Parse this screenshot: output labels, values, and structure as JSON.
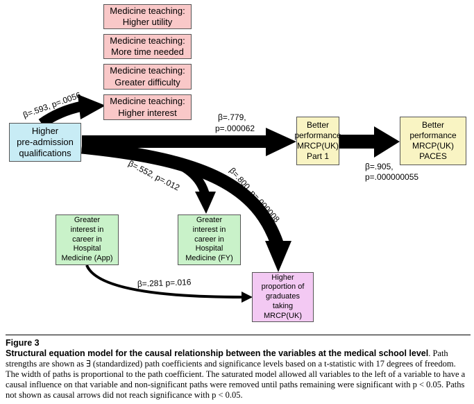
{
  "nodes": {
    "med_utility": "Medicine teaching:\nHigher utility",
    "med_time": "Medicine teaching:\nMore time needed",
    "med_difficulty": "Medicine teaching:\nGreater difficulty",
    "med_interest": "Medicine teaching:\nHigher interest",
    "pre_admission": "Higher\npre-admission\nqualifications",
    "mrcp_part1": "Better\nperformance\nMRCP(UK)\nPart 1",
    "mrcp_paces": "Better\nperformance\nMRCP(UK)\nPACES",
    "interest_app": "Greater\ninterest in\ncareer in\nHospital\nMedicine (App)",
    "interest_fy": "Greater\ninterest in\ncareer in\nHospital\nMedicine (FY)",
    "mrcp_proportion": "Higher\nproportion of\ngraduates\ntaking\nMRCP(UK)"
  },
  "paths": {
    "to_interest": "β=.593, p=.0056",
    "to_part1_beta": "β=.779,",
    "to_part1_p": "p=.000062",
    "to_paces_beta": "β=.905,",
    "to_paces_p": "p=.000000055",
    "to_fy": "β=.552, p=.012",
    "to_proportion": "β=.800, p=.000008",
    "app_to_proportion": "β=.281 p=.016"
  },
  "colors": {
    "pink": "#f9c8c8",
    "blue": "#c8ecf5",
    "yellow": "#f9f4c3",
    "green": "#c9f2c9",
    "magenta": "#f3c9f3",
    "arrow": "#000000"
  },
  "caption": {
    "label": "Figure 3",
    "heading": "Structural equation model for the causal relationship between the variables at the medical school level",
    "body": ". Path strengths are shown as ∃ (standardized) path coefficients and significance levels based on a t-statistic with 17 degrees of freedom. The width of paths is proportional to the path coefficient. The saturated model allowed all variables to the left of a variable to have a causal influence on that variable and non-significant paths were removed until paths remaining were significant with p < 0.05. Paths not shown as causal arrows did not reach significance with p < 0.05."
  }
}
